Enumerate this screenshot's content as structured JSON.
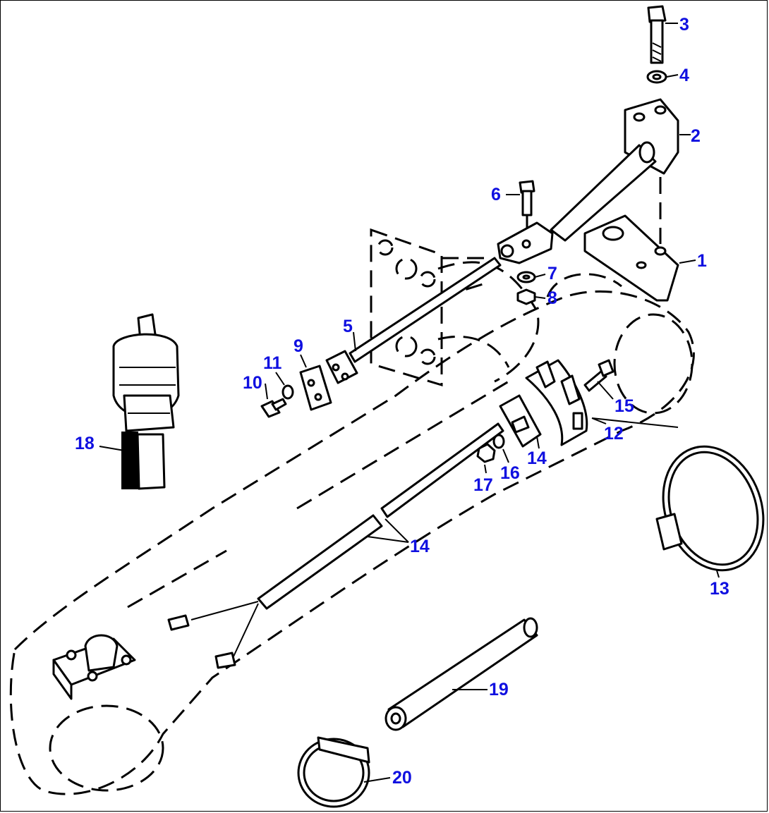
{
  "diagram": {
    "label_color": "#1010e0",
    "line_color": "#000000",
    "background": "#ffffff",
    "callouts": [
      {
        "id": "1",
        "text": "1"
      },
      {
        "id": "2",
        "text": "2"
      },
      {
        "id": "3",
        "text": "3"
      },
      {
        "id": "4",
        "text": "4"
      },
      {
        "id": "5",
        "text": "5"
      },
      {
        "id": "6",
        "text": "6"
      },
      {
        "id": "7",
        "text": "7"
      },
      {
        "id": "8",
        "text": "8"
      },
      {
        "id": "9",
        "text": "9"
      },
      {
        "id": "10",
        "text": "10"
      },
      {
        "id": "11",
        "text": "11"
      },
      {
        "id": "12",
        "text": "12"
      },
      {
        "id": "13",
        "text": "13"
      },
      {
        "id": "14a",
        "text": "14"
      },
      {
        "id": "14b",
        "text": "14"
      },
      {
        "id": "15",
        "text": "15"
      },
      {
        "id": "16",
        "text": "16"
      },
      {
        "id": "17",
        "text": "17"
      },
      {
        "id": "18",
        "text": "18"
      },
      {
        "id": "19",
        "text": "19"
      },
      {
        "id": "20",
        "text": "20"
      }
    ]
  }
}
